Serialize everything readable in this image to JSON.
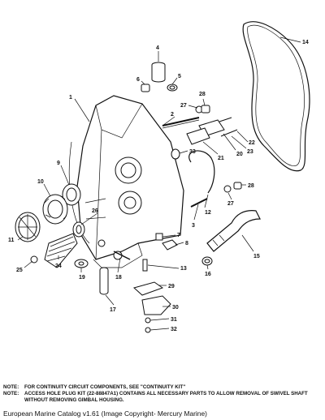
{
  "diagram": {
    "callouts": [
      "1",
      "2",
      "3",
      "4",
      "5",
      "6",
      "7",
      "8",
      "9",
      "10",
      "11",
      "12",
      "13",
      "14",
      "15",
      "16",
      "17",
      "18",
      "19",
      "20",
      "21",
      "22",
      "23",
      "24",
      "25",
      "26",
      "27",
      "28",
      "29",
      "30",
      "31",
      "32",
      "33"
    ]
  },
  "notes": [
    {
      "prefix": "NOTE:",
      "text": "FOR CONTINUITY CIRCUIT COMPONENTS, SEE \"CONTINUITY KIT\""
    },
    {
      "prefix": "NOTE:",
      "text": "ACCESS HOLE PLUG KIT (22-88847A1) CONTAINS ALL NECESSARY PARTS TO ALLOW REMOVAL OF SWIVEL SHAFT WITHOUT REMOVING GIMBAL HOUSING."
    }
  ],
  "caption": "European Marine Catalog v1.61 (Image Copyright- Mercury Marine)"
}
